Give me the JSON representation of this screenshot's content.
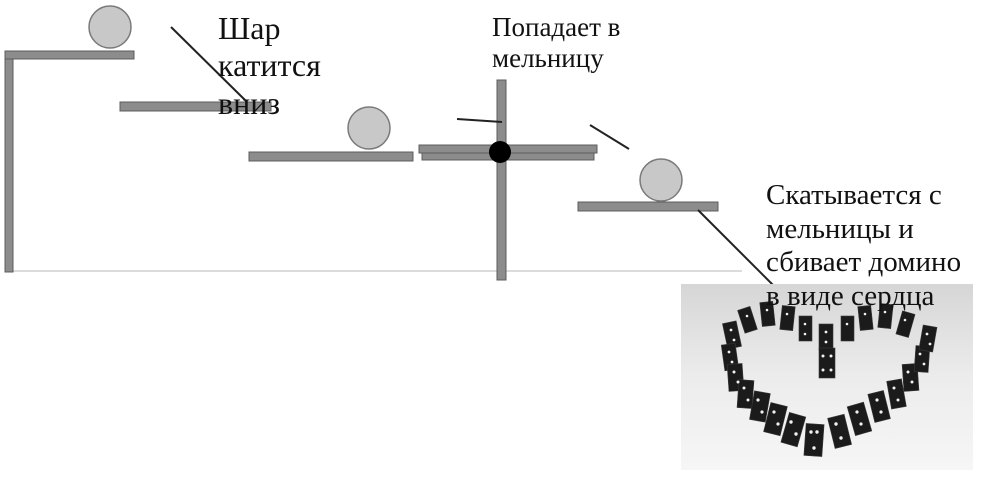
{
  "labels": {
    "ball_rolls": "Шар\nкатится\nвниз",
    "into_mill": "Попадает в\nмельницу",
    "rolls_off": "Скатывается с\nмельницы и\nсбивает домино\nв виде сердца"
  },
  "colors": {
    "plank_fill": "#8c8c8c",
    "plank_stroke": "#5c5c5c",
    "ball_fill": "#c8c8c8",
    "ball_stroke": "#7a7a7a",
    "axle": "#000000",
    "ground": "#c8c8c8",
    "photo_bg": "#e6e6e6",
    "domino": "#1a1a1a"
  }
}
